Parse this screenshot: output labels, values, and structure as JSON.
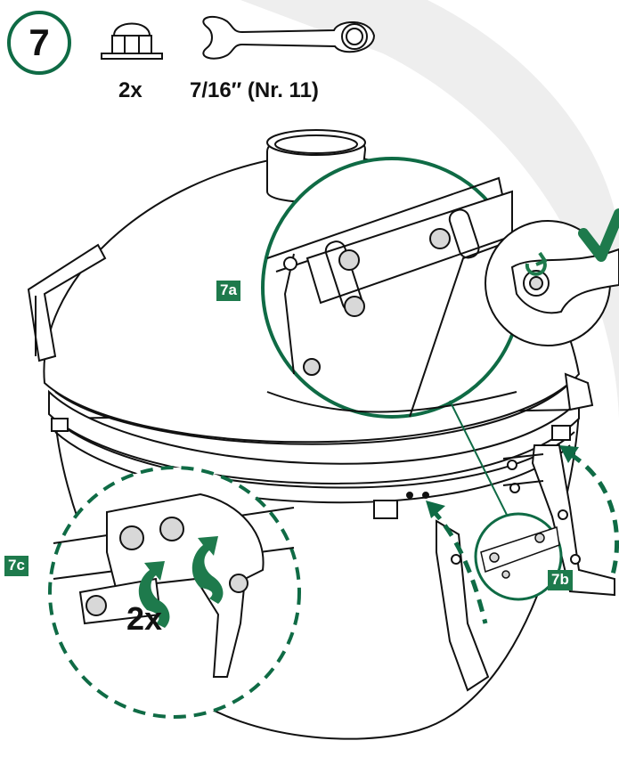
{
  "step": {
    "number": "7"
  },
  "parts": {
    "nut_quantity": "2x",
    "wrench_size": "7/16″ (Nr. 11)"
  },
  "detail_labels": {
    "a": "7a",
    "b": "7b",
    "c": "7c"
  },
  "detail_c_quantity": "2x",
  "colors": {
    "accent_green": "#1e7a4c",
    "ring_green": "#0f6b45",
    "line": "#111111",
    "background_arc": "#eeeeee"
  },
  "icons": [
    "cap-nut-icon",
    "combination-wrench-icon",
    "checkmark-icon",
    "rotate-arrow-icon"
  ]
}
